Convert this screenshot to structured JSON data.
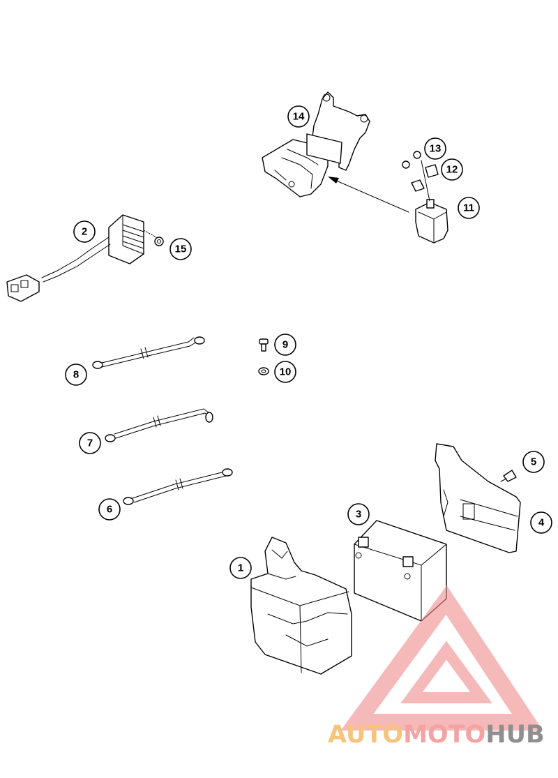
{
  "callouts": {
    "c1": "1",
    "c2": "2",
    "c3": "3",
    "c4": "4",
    "c5": "5",
    "c6": "6",
    "c7": "7",
    "c8": "8",
    "c9": "9",
    "c10": "10",
    "c11": "11",
    "c12": "12",
    "c13": "13",
    "c14": "14",
    "c15": "15"
  },
  "watermark": {
    "part1": "AUTO",
    "part2": "MOTO",
    "part3": "HUB",
    "colors": {
      "auto": "#f7c37d",
      "moto": "#f4a3a3",
      "hub": "#8f8f8f",
      "logo": "#f08c8c"
    }
  }
}
